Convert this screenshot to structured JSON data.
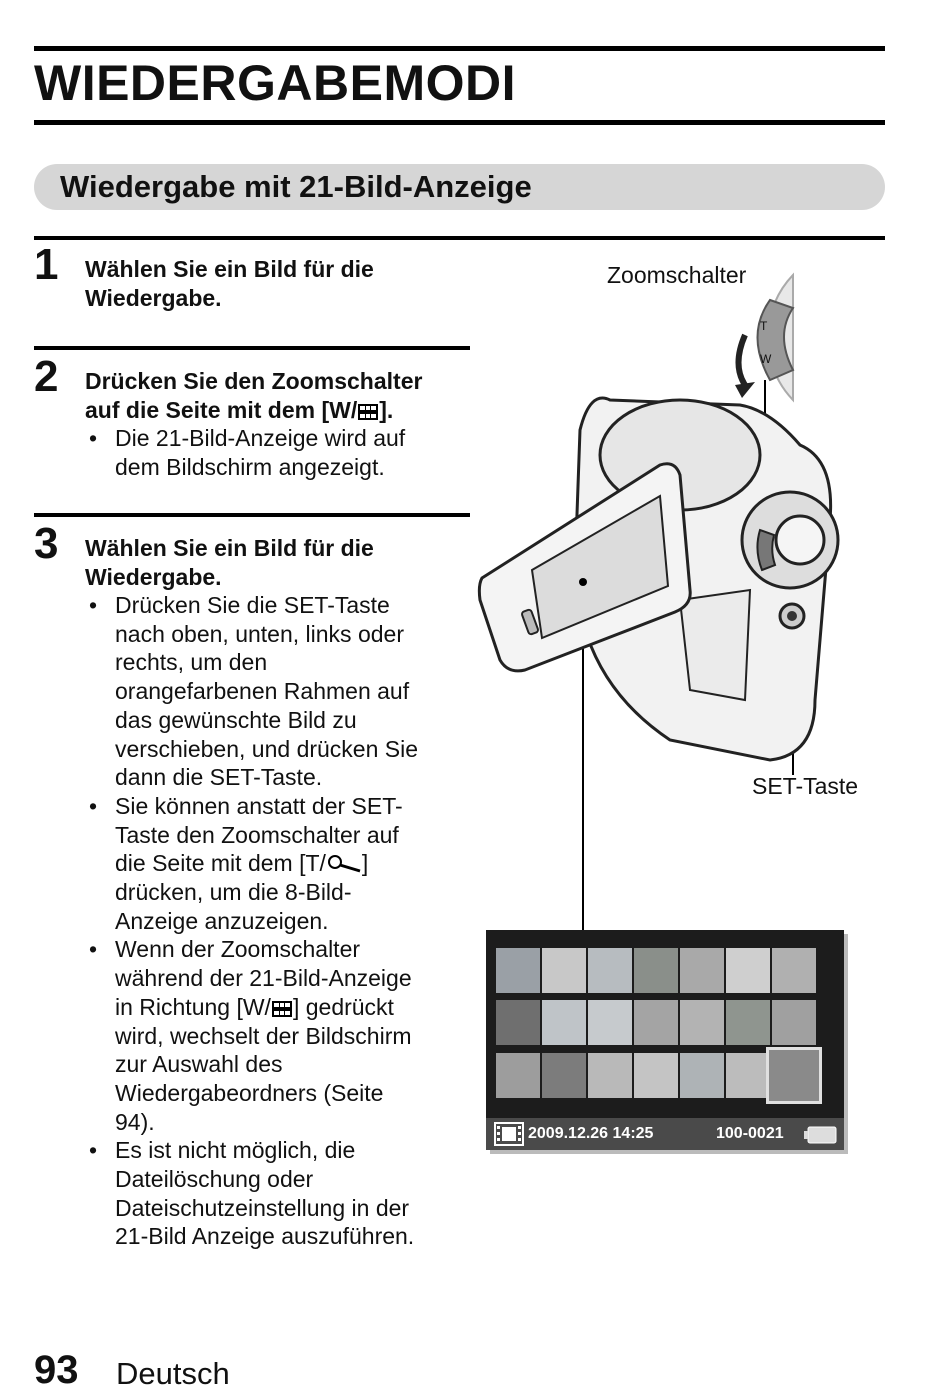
{
  "page": {
    "title": "WIEDERGABEMODI",
    "section_title": "Wiedergabe mit 21-Bild-Anzeige"
  },
  "steps": [
    {
      "num": "1",
      "head": "Wählen Sie ein Bild für die Wiedergabe."
    },
    {
      "num": "2",
      "head_a": "Drücken Sie den Zoomschalter auf die Seite mit dem [W/",
      "head_b": "].",
      "bullets": [
        "Die 21-Bild-Anzeige wird auf dem Bildschirm angezeigt."
      ]
    },
    {
      "num": "3",
      "head": "Wählen Sie ein Bild für die Wiedergabe.",
      "bullet1": "Drücken Sie die SET-Taste nach oben, unten, links oder rechts, um den orangefarbenen Rahmen auf das gewünschte Bild zu verschieben, und drücken Sie dann die SET-Taste.",
      "bullet2_a": "Sie können anstatt der SET-Taste den Zoomschalter auf die Seite mit dem [T/",
      "bullet2_b": "] drücken, um die 8-Bild-Anzeige anzuzeigen.",
      "bullet3_a": "Wenn der Zoomschalter während der 21-Bild-Anzeige in Richtung [W/",
      "bullet3_b": "] gedrückt wird, wechselt der Bildschirm zur Auswahl des Wiedergabeordners (Seite 94).",
      "bullet4": "Es ist nicht möglich, die Dateilöschung oder Dateischutzeinstellung in der 21-Bild Anzeige auszuführen."
    }
  ],
  "figure": {
    "zoom_label": "Zoomschalter",
    "set_label": "SET-Taste",
    "zoom_t": "T",
    "zoom_w": "W",
    "screen_datetime": "2009.12.26  14:25",
    "screen_fileno": "100-0021"
  },
  "footer": {
    "page_number": "93",
    "language": "Deutsch"
  }
}
